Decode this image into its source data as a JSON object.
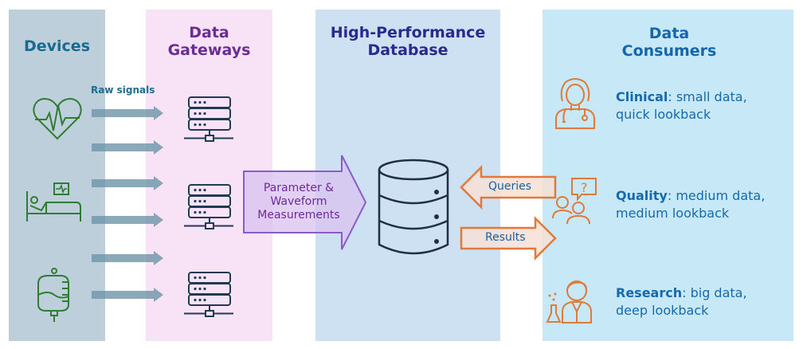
{
  "panels": {
    "devices": {
      "title": "Devices",
      "color": "#bccfdb"
    },
    "gateways": {
      "title_line1": "Data",
      "title_line2": "Gateways",
      "color": "#f7e3f5"
    },
    "database": {
      "title_line1": "High-Performance",
      "title_line2": "Database",
      "color": "#cde1f3"
    },
    "consumers": {
      "title_line1": "Data",
      "title_line2": "Consumers",
      "color": "#c7e8f7"
    }
  },
  "devices": [
    {
      "icon": "heart-monitor-icon"
    },
    {
      "icon": "hospital-bed-icon"
    },
    {
      "icon": "iv-bag-icon"
    }
  ],
  "raw_signals_label": "Raw signals",
  "raw_signal_arrow_count": 6,
  "gateways": [
    {
      "icon": "server-icon"
    },
    {
      "icon": "server-icon"
    },
    {
      "icon": "server-icon"
    }
  ],
  "measurements_arrow": {
    "line1": "Parameter &",
    "line2": "Waveform",
    "line3": "Measurements"
  },
  "database_icon": "database-icon",
  "queries_label": "Queries",
  "results_label": "Results",
  "consumers": [
    {
      "icon": "clinician-icon",
      "role": "Clinical",
      "desc_line1": ": small data,",
      "desc_line2": "quick lookback"
    },
    {
      "icon": "quality-team-icon",
      "role": "Quality",
      "desc_line1": ": medium data,",
      "desc_line2": "medium lookback"
    },
    {
      "icon": "researcher-icon",
      "role": "Research",
      "desc_line1": ": big data,",
      "desc_line2": "deep lookback"
    }
  ],
  "colors": {
    "device_icon": "#2e7d32",
    "server_icon": "#1f3a52",
    "signal_arrow": "#6d93a8",
    "measure_arrow_fill": "#d9c2ef",
    "measure_arrow_stroke": "#8a5cc9",
    "orange": "#e07a3a",
    "orange_fill": "#f6e1d6"
  }
}
